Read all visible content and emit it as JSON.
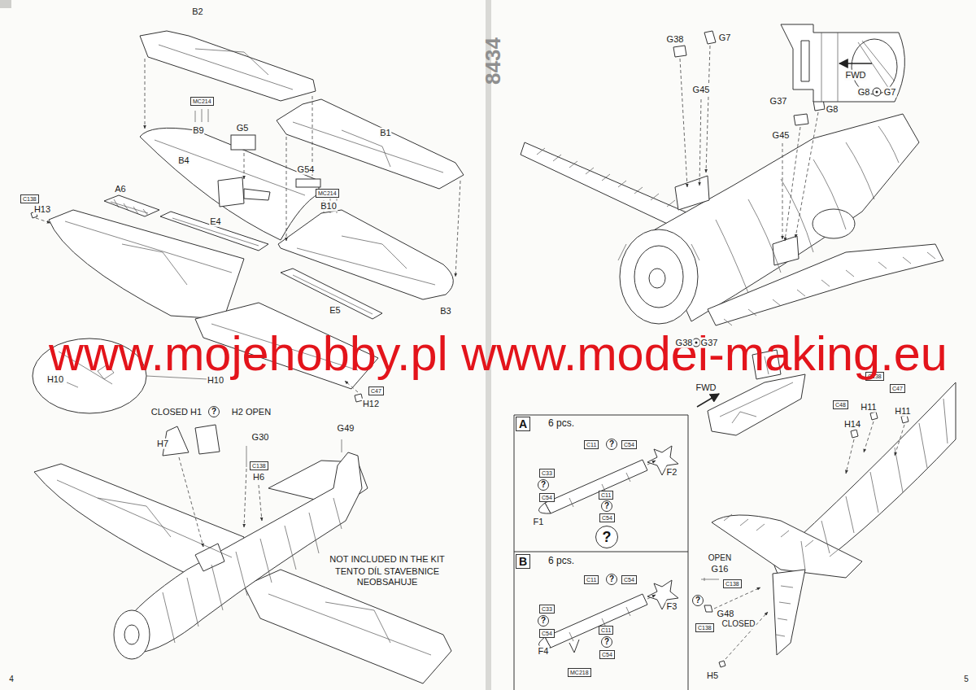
{
  "diagram": {
    "nodes": [
      {
        "text": [
          "MC214"
        ]
      },
      {
        "text": [
          "MC214"
        ]
      },
      {
        "text": [
          "C138"
        ]
      },
      {
        "text": [
          "C47"
        ]
      },
      {
        "text": [
          "?"
        ]
      },
      {
        "text": [
          "C138"
        ]
      },
      {
        "text": [
          "C138"
        ]
      },
      {
        "text": [
          "C47"
        ]
      },
      {
        "text": [
          "C48"
        ]
      },
      {
        "text": [
          "A"
        ]
      },
      {
        "text": [
          "C11"
        ]
      },
      {
        "text": [
          "?"
        ]
      },
      {
        "text": [
          "C54"
        ]
      },
      {
        "text": [
          "C33"
        ]
      },
      {
        "text": [
          "?"
        ]
      },
      {
        "text": [
          "C54"
        ]
      },
      {
        "text": [
          "C11"
        ]
      },
      {
        "text": [
          "?"
        ]
      },
      {
        "text": [
          "C54"
        ]
      },
      {
        "text": [
          "?"
        ]
      },
      {
        "text": [
          "B"
        ]
      },
      {
        "text": [
          "C11"
        ]
      },
      {
        "text": [
          "?"
        ]
      },
      {
        "text": [
          "C54"
        ]
      },
      {
        "text": [
          "C33"
        ]
      },
      {
        "text": [
          "?"
        ]
      },
      {
        "text": [
          "C54"
        ]
      },
      {
        "text": [
          "C11"
        ]
      },
      {
        "text": [
          "?"
        ]
      },
      {
        "text": [
          "C54"
        ]
      },
      {
        "text": [
          "MC218"
        ]
      },
      {
        "text": [
          "C138"
        ]
      },
      {
        "text": [
          "?"
        ]
      },
      {
        "text": [
          "C138"
        ]
      }
    ],
    "labels": [
      "8434",
      "B2",
      "B9",
      "G5",
      "B1",
      "B4",
      "G54",
      "B10",
      "A6",
      "H13",
      "E4",
      "E5",
      "B3",
      "www.mojehobby.pl www.model-making.eu",
      "H10",
      "H10",
      "H12",
      "CLOSED H1",
      "H2 OPEN",
      "H7",
      "G30",
      "H6",
      "G49",
      "NOT INCLUDED IN THE KIT",
      "TENTO DÍL STAVEBNICE NEOBSAHUJE",
      "4",
      "G38",
      "G7",
      "G45",
      "G37",
      "G8",
      "G45",
      "FWD",
      "G8",
      "G7",
      "G38",
      "G37",
      "FWD",
      "H11",
      "H11",
      "H14",
      "6 pcs.",
      "F2",
      "F1",
      "6 pcs.",
      "F3",
      "F4",
      "OPEN",
      "G16",
      "G48",
      "CLOSED",
      "H5",
      "5"
    ]
  }
}
